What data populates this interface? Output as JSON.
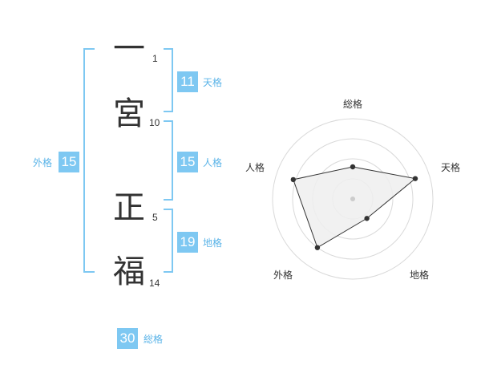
{
  "name": {
    "chars": [
      {
        "char": "一",
        "strokes": "1"
      },
      {
        "char": "宮",
        "strokes": "10"
      },
      {
        "char": "正",
        "strokes": "5"
      },
      {
        "char": "福",
        "strokes": "14"
      }
    ]
  },
  "fortunes": {
    "tenkaku": {
      "value": "11",
      "label": "天格"
    },
    "jinkaku": {
      "value": "15",
      "label": "人格"
    },
    "chikaku": {
      "value": "19",
      "label": "地格"
    },
    "gaikaku": {
      "value": "15",
      "label": "外格"
    },
    "soukaku": {
      "value": "30",
      "label": "総格"
    }
  },
  "chart_data": {
    "type": "radar",
    "axes": [
      "総格",
      "天格",
      "地格",
      "外格",
      "人格"
    ],
    "values": [
      0.4,
      0.82,
      0.3,
      0.75,
      0.78
    ],
    "range": [
      0,
      1
    ],
    "rings": 4,
    "colors": {
      "fill": "#eeeeee",
      "line": "#333333",
      "grid": "#d9d9d9",
      "center": "#cccccc"
    }
  },
  "colors": {
    "accent": "#7ec8f2",
    "accent_text": "#5bb4e8"
  }
}
